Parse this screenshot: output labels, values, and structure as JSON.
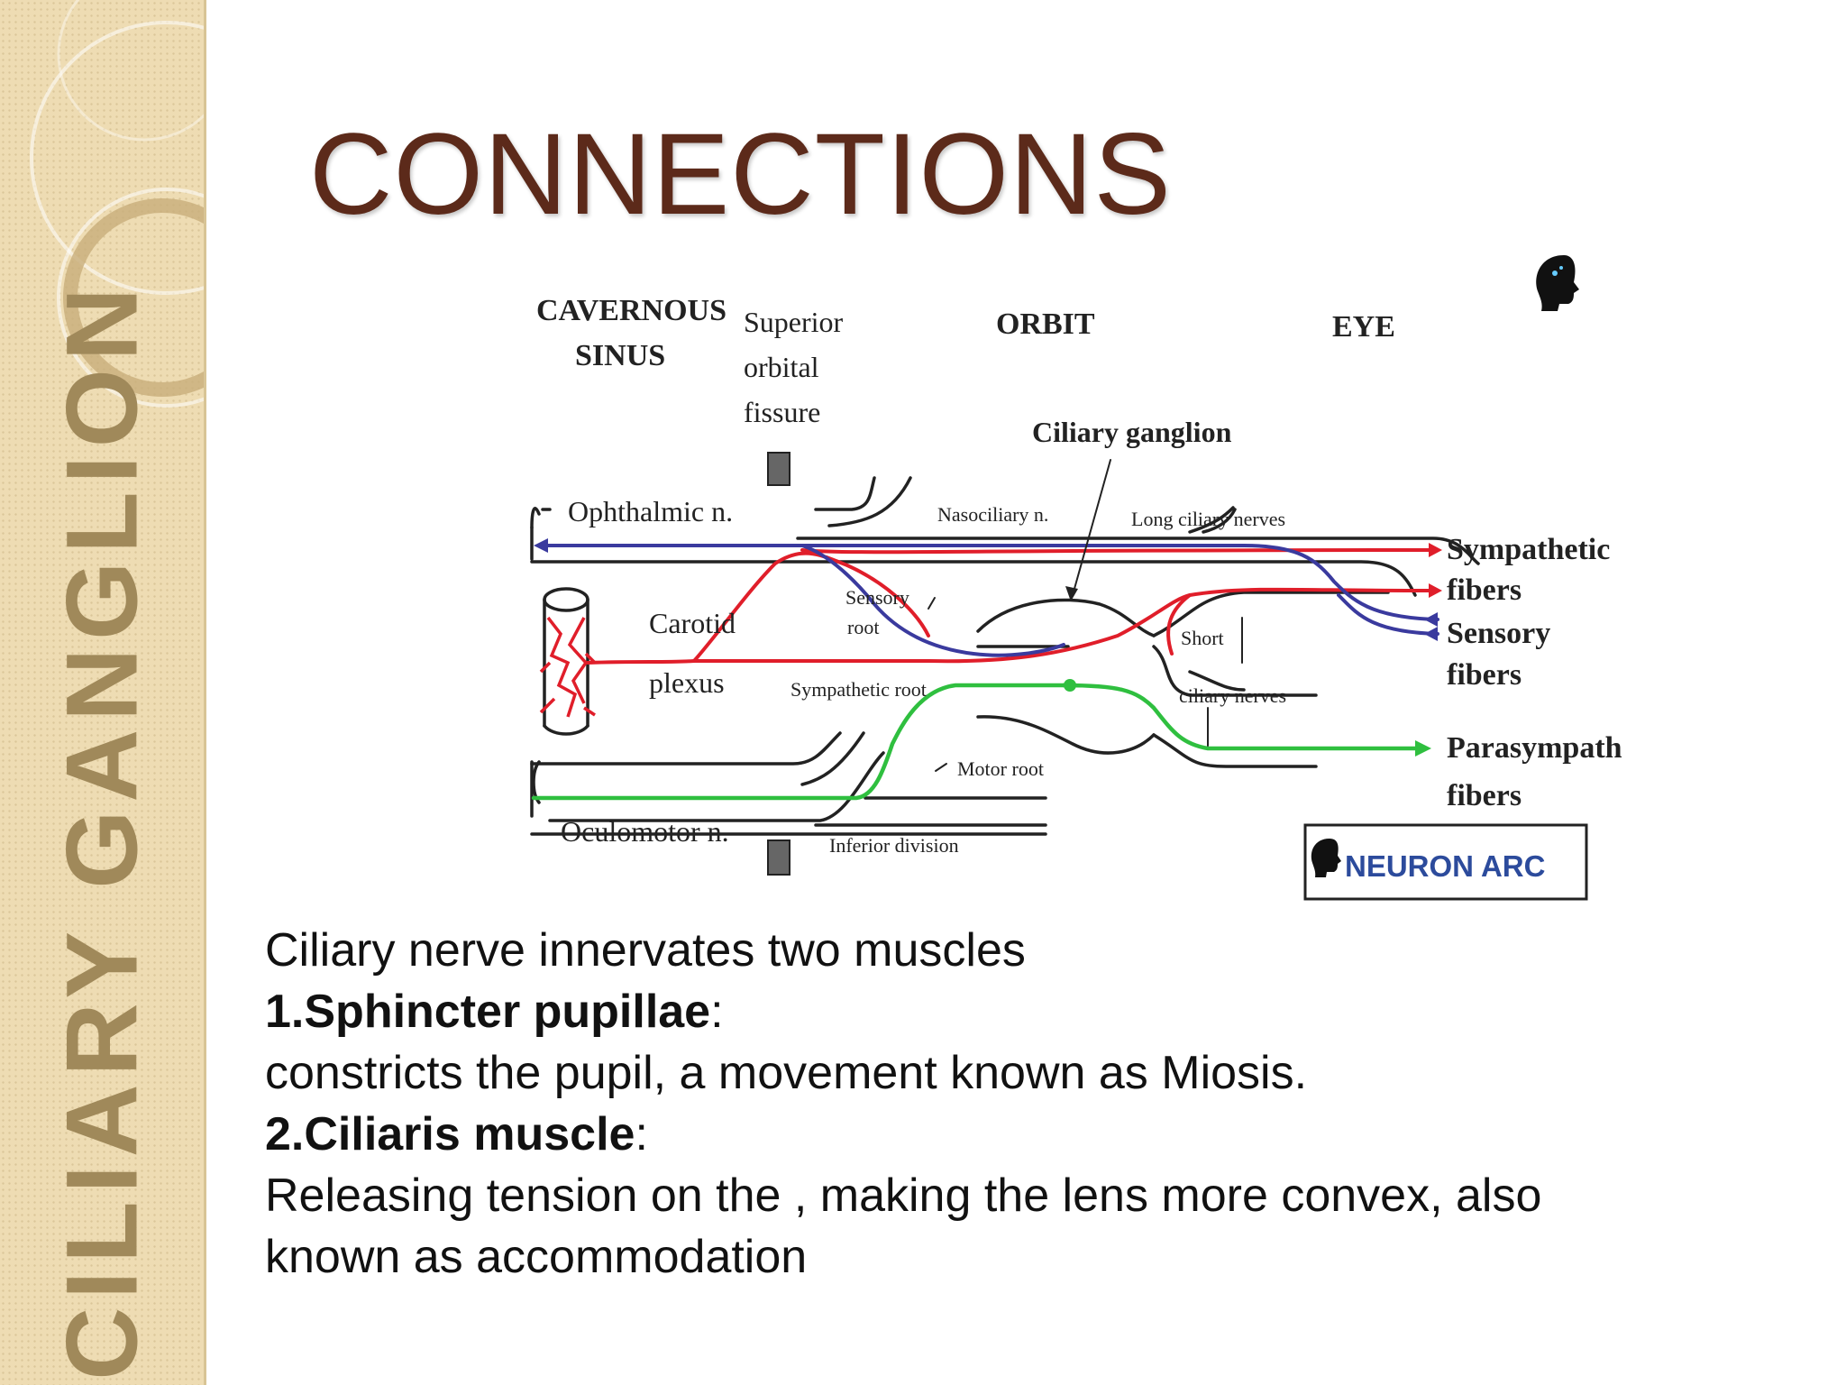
{
  "sidebar": {
    "title": "CILIARY GANGLION"
  },
  "slide": {
    "title": "CONNECTIONS"
  },
  "diagram": {
    "regions": {
      "cavernous_1": "CAVERNOUS",
      "cavernous_2": "SINUS",
      "superior_1": "Superior",
      "superior_2": "orbital",
      "superior_3": "fissure",
      "orbit": "ORBIT",
      "eye": "EYE"
    },
    "labels": {
      "ciliary_ganglion": "Ciliary ganglion",
      "ophthalmic": "Ophthalmic n.",
      "nasociliary": "Nasociliary n.",
      "long_ciliary": "Long ciliary nerves",
      "carotid": "Carotid",
      "plexus": "plexus",
      "sensory_root_1": "Sensory",
      "sensory_root_2": "root",
      "sympathetic_root": "Sympathetic root",
      "short": "Short",
      "ciliary_nerves": "ciliary nerves",
      "motor_root": "Motor root",
      "oculomotor": "Oculomotor n.",
      "inferior_division": "Inferior division"
    },
    "outputs": {
      "sympathetic_1": "Sympathetic",
      "sympathetic_2": "fibers",
      "sensory_1": "Sensory",
      "sensory_2": "fibers",
      "parasympathetic_1": "Parasympathetic",
      "parasympathetic_2": "fibers"
    },
    "brand": "NEURON ARC",
    "colors": {
      "sympathetic": "#e01e2a",
      "sensory": "#3a3a9e",
      "parasympathetic": "#2fbf3f"
    }
  },
  "body": {
    "intro": "Ciliary nerve innervates two muscles",
    "item1_title": "1.Sphincter pupillae",
    "item1_desc": "constricts the pupil, a movement known as Miosis.",
    "item2_title": "2.Ciliaris muscle",
    "item2_desc_1": "Releasing tension on the , making the lens more convex, also",
    "item2_desc_2": "known as accommodation"
  }
}
